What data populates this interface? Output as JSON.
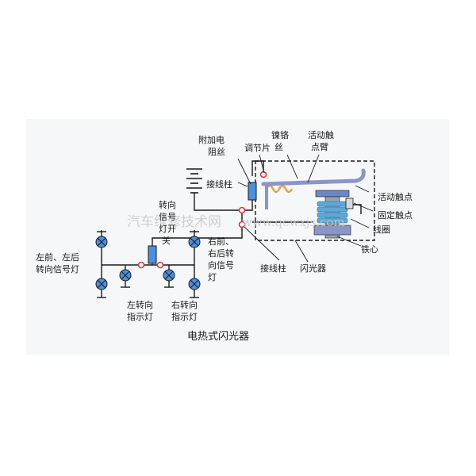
{
  "labels": {
    "additional_resistor": [
      "附加电",
      "阻丝"
    ],
    "adjusting_piece": "调节片",
    "nichrome_wire": [
      "镍铬",
      "丝"
    ],
    "moving_contact_arm": [
      "活动触",
      "点臂"
    ],
    "terminal_post_top": "接线柱",
    "moving_contact": "活动触点",
    "fixed_contact": "固定触点",
    "coil": "线圈",
    "iron_core": "铁心",
    "turn_signal_switch": [
      "转向",
      "信号",
      "灯开",
      "关"
    ],
    "left_front_rear_lamps": [
      "左前、左后",
      "转向信号灯"
    ],
    "right_front_rear_lamps": [
      "右前、",
      "右后转",
      "向信号",
      "灯"
    ],
    "left_indicator": [
      "左转向",
      "指示灯"
    ],
    "right_indicator": [
      "右转向",
      "指示灯"
    ],
    "terminal_post_bottom": "接线柱",
    "flasher": "闪光器",
    "caption": "电热式闪光器"
  },
  "watermark": {
    "cn": "汽车维修技术网",
    "url": "www.qcwxjs.com"
  },
  "colors": {
    "wire": "#1a1a1a",
    "lamp_fill": "#4a90e2",
    "junction": "#d9363e",
    "coil": "#5aa9d6",
    "spring": "#e8a33c",
    "arm": "#8a96c8",
    "core": "#9aa3b0"
  }
}
